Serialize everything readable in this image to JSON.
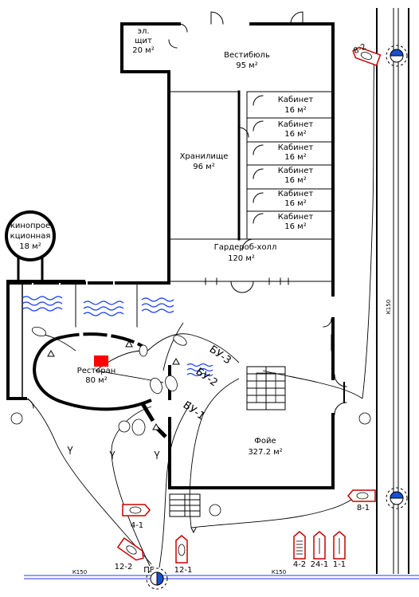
{
  "rooms": {
    "electrical_line1": "эл.",
    "electrical_line2": "щит",
    "electrical_area": "20 м²",
    "vestibule": "Вестибюль",
    "vestibule_area": "95 м²",
    "office": "Кабинет",
    "office_area": "16 м²",
    "storage": "Хранилище",
    "storage_area": "96 м²",
    "cinema_line1": "кинопрое",
    "cinema_line2": "кционная",
    "cinema_area": "18 м²",
    "cloakroom": "Гардероб-холл",
    "cloakroom_area": "120 м²",
    "restaurant": "Ресторан",
    "restaurant_area": "80 м²",
    "foyer": "Фойе",
    "foyer_area": "327.2 м²"
  },
  "nozzles": {
    "bu1": "БУ-1",
    "bu2": "БУ-2",
    "bu3": "БУ-3"
  },
  "vehicles": {
    "v41": "4-1",
    "v122": "12-2",
    "v121": "12-1",
    "v42": "4-2",
    "v241": "24-1",
    "v11": "1-1",
    "v81": "8-1",
    "v82": "8-2",
    "pg": "ПГ"
  },
  "hoses": {
    "k150_bottom_left": "К150",
    "k150_bottom_right": "К150",
    "k150_right": "К150"
  },
  "icons": {
    "fire": "fire-source-marker",
    "nozzle": "nozzle-triangle",
    "truck": "fire-truck",
    "hydrant": "fire-hydrant"
  },
  "colors": {
    "fire": "#ff0000",
    "water": "#1a3fff",
    "hydrant_fill": "#1a4fd0"
  }
}
